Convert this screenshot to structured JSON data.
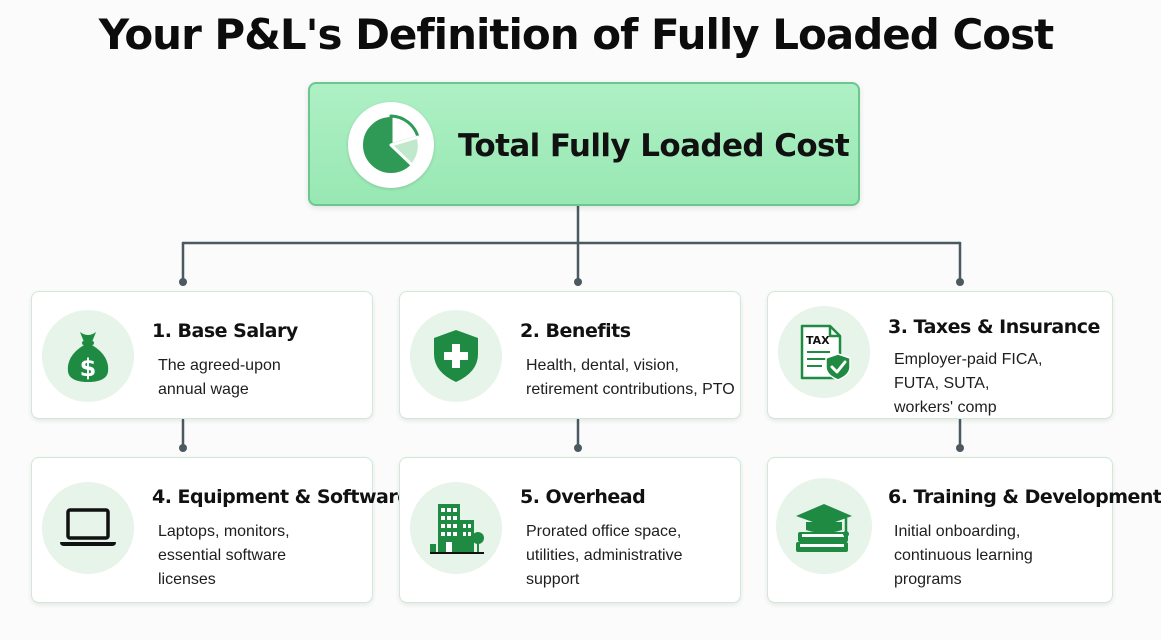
{
  "title": "Your P&L's Definition of Fully Loaded Cost",
  "root": {
    "label": "Total Fully Loaded Cost",
    "icon": "pie-chart-icon"
  },
  "colors": {
    "accent": "#2a8a4a",
    "root_fill": "#9fecb9",
    "icon_bg": "#e6f4ea",
    "connector": "#4a5a60"
  },
  "cards": [
    {
      "title": "1. Base Salary",
      "icon": "money-bag-icon",
      "desc_lines": [
        "The agreed-upon",
        "annual wage"
      ]
    },
    {
      "title": "2. Benefits",
      "icon": "shield-plus-icon",
      "desc_lines": [
        "Health, dental, vision,",
        "retirement contributions, PTO"
      ]
    },
    {
      "title": "3. Taxes & Insurance",
      "icon": "tax-document-icon",
      "icon_text": "TAX",
      "desc_lines": [
        "Employer-paid FICA,",
        "FUTA, SUTA,",
        "workers' comp"
      ]
    },
    {
      "title": "4. Equipment & Software",
      "icon": "laptop-icon",
      "desc_lines": [
        "Laptops, monitors,",
        "essential software",
        "licenses"
      ]
    },
    {
      "title": "5. Overhead",
      "icon": "office-building-icon",
      "desc_lines": [
        "Prorated office space,",
        "utilities, administrative",
        "support"
      ]
    },
    {
      "title": "6. Training & Development",
      "icon": "graduation-cap-books-icon",
      "desc_lines": [
        "Initial onboarding,",
        "continuous learning",
        "programs"
      ]
    }
  ]
}
